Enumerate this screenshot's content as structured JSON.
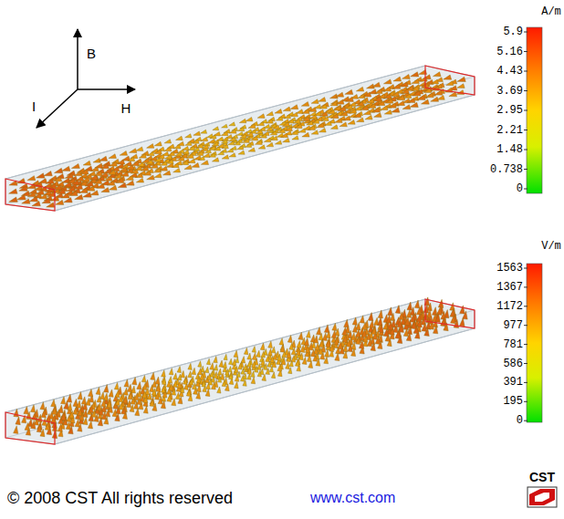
{
  "diagram": {
    "labels": [
      "B",
      "I",
      "H",
      "A/m",
      "5.9",
      "5.16",
      "4.43",
      "3.69",
      "2.95",
      "2.21",
      "1.48",
      "0.738",
      "0",
      "V/m",
      "1563",
      "1367",
      "1172",
      "977",
      "781",
      "586",
      "391",
      "195",
      "0",
      "© 2008 CST All rights reserved",
      "www.cst.com",
      "CST"
    ]
  }
}
